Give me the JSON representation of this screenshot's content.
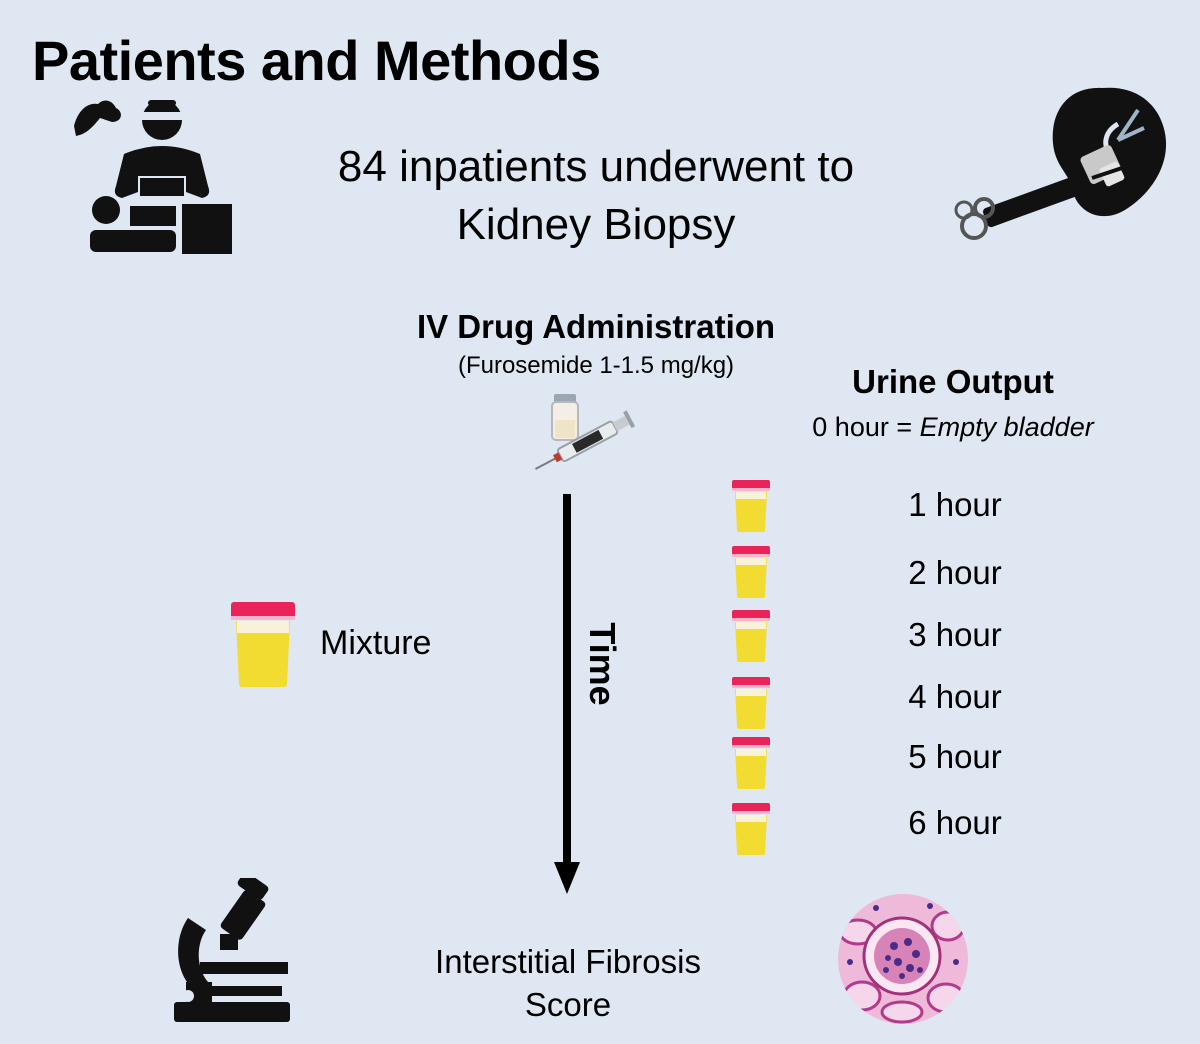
{
  "title": "Patients and Methods",
  "headline": {
    "line1": "84 inpatients underwent to",
    "line2": "Kidney Biopsy"
  },
  "drug": {
    "title": "IV Drug Administration",
    "subtitle": "(Furosemide 1-1.5 mg/kg)"
  },
  "urine": {
    "title": "Urine Output",
    "sub_prefix": "0 hour = ",
    "sub_emphasis": "Empty bladder",
    "hours": [
      "1 hour",
      "2 hour",
      "3 hour",
      "4 hour",
      "5 hour",
      "6 hour"
    ]
  },
  "mixture_label": "Mixture",
  "time_label": "Time",
  "outcome": {
    "line1": "Interstitial Fibrosis",
    "line2": "Score"
  },
  "icons": {
    "doctor": "surgeon-patient-icon",
    "kidney": "kidney-biopsy-needle-icon",
    "syringe": "syringe-vial-icon",
    "cup": "urine-sample-cup-icon",
    "microscope": "microscope-icon",
    "histology": "kidney-histology-slide-icon"
  },
  "colors": {
    "background": "#dfe7f3",
    "cup_lid": "#e8245a",
    "urine": "#f2dc32",
    "tissue": "#e6a3cd"
  }
}
